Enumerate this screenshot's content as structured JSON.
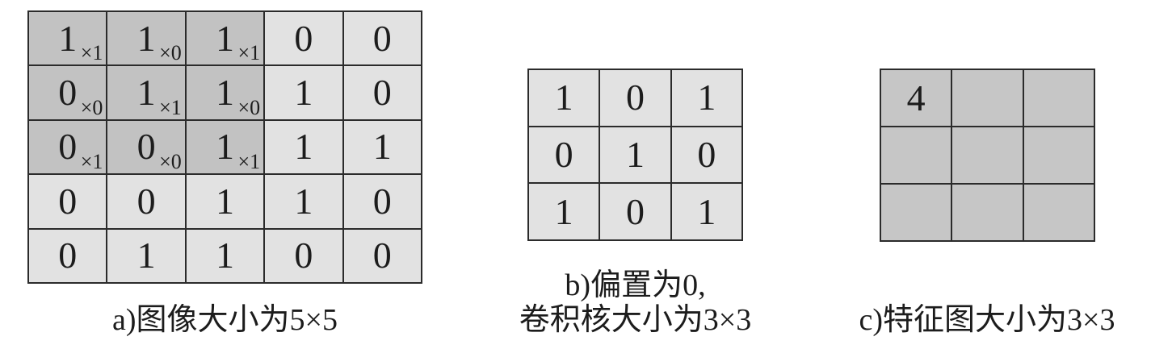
{
  "figure": {
    "title_semantic": "convolution-operation-example",
    "colors": {
      "background": "#ffffff",
      "cell_light": "#e2e2e2",
      "cell_highlight": "#c2c2c2",
      "cell_feature": "#c6c6c6",
      "grid_line": "#2b2b2b",
      "text": "#1c1c1c"
    },
    "panels": [
      {
        "label": "a",
        "grid_type": "input-image",
        "rows": 5,
        "cols": 5,
        "cells": [
          [
            "1",
            "1",
            "1",
            "0",
            "0"
          ],
          [
            "0",
            "1",
            "1",
            "1",
            "0"
          ],
          [
            "0",
            "0",
            "1",
            "1",
            "1"
          ],
          [
            "0",
            "0",
            "1",
            "1",
            "0"
          ],
          [
            "0",
            "1",
            "1",
            "0",
            "0"
          ]
        ],
        "subscripts": [
          [
            "×1",
            "×0",
            "×1",
            "",
            ""
          ],
          [
            "×0",
            "×1",
            "×0",
            "",
            ""
          ],
          [
            "×1",
            "×0",
            "×1",
            "",
            ""
          ],
          [
            "",
            "",
            "",
            "",
            ""
          ],
          [
            "",
            "",
            "",
            "",
            ""
          ]
        ],
        "highlight": {
          "row_start": 0,
          "row_end": 2,
          "col_start": 0,
          "col_end": 2
        },
        "caption": "a)图像大小为5×5"
      },
      {
        "label": "b",
        "grid_type": "kernel",
        "rows": 3,
        "cols": 3,
        "cells": [
          [
            "1",
            "0",
            "1"
          ],
          [
            "0",
            "1",
            "0"
          ],
          [
            "1",
            "0",
            "1"
          ]
        ],
        "subscripts": null,
        "highlight": null,
        "caption": "b)偏置为0,\n卷积核大小为3×3"
      },
      {
        "label": "c",
        "grid_type": "feature-map",
        "rows": 3,
        "cols": 3,
        "cells": [
          [
            "4",
            "",
            ""
          ],
          [
            "",
            "",
            ""
          ],
          [
            "",
            "",
            ""
          ]
        ],
        "subscripts": null,
        "highlight": null,
        "caption": "c)特征图大小为3×3"
      }
    ]
  }
}
